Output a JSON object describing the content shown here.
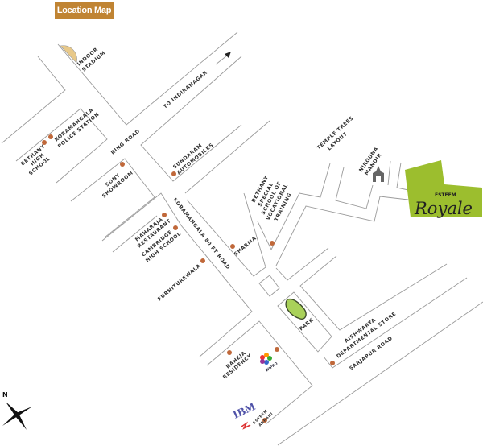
{
  "title": "Location Map",
  "colors": {
    "title_bg": "#c08433",
    "project_green": "#9cbe2e",
    "poi_dot": "#c0683a",
    "road": "#9a9a9a"
  },
  "compass": {
    "north_label": "N",
    "icon": "compass-rose-icon"
  },
  "roads": {
    "to_indiranagar": "TO INDIRANAGAR",
    "ring_road": "RING ROAD",
    "koramangala_80ft": "KORAMANGALA 80 FT ROAD",
    "sarjapur": "SARJAPUR ROAD"
  },
  "landmarks": {
    "indoor_stadium": [
      "INDOOR",
      "STADIUM"
    ],
    "police_station": [
      "KORAMANGALA",
      "POLICE STATION"
    ],
    "bethany_high": [
      "BETHANY",
      "HIGH",
      "SCHOOL"
    ],
    "sony": [
      "SONY",
      "SHOWROOM"
    ],
    "sundaram": [
      "SUNDARAM",
      "AUTOMOBILES"
    ],
    "maharaja": [
      "MAHARAJA",
      "RESTAURANT"
    ],
    "cambridge": [
      "CAMBRIDGE",
      "HIGH SCHOOL"
    ],
    "furniturewala": "FURNITUREWALA",
    "sharma": "SHARMA",
    "bethany_special": [
      "BETHANY",
      "SPECIAL",
      "SCHOOL OF",
      "VOCATIONAL",
      "TRAINING"
    ],
    "temple_trees": [
      "TEMPLE TREES",
      "LAYOUT"
    ],
    "nirguna": [
      "NIRGUNA",
      "MANDIR"
    ],
    "park": "PARK",
    "aishwarya": [
      "AISHWARYA",
      "DEPARTMENTAL STORE"
    ],
    "raheja": [
      "RAHEJA",
      "RESIDENCY"
    ],
    "wipro": "WIPRO",
    "ibm": "IBM",
    "esteem_abrani": [
      "ESTEEM",
      "ABRANI"
    ]
  },
  "project": {
    "brand": "ESTEEM",
    "name": "Royale"
  }
}
